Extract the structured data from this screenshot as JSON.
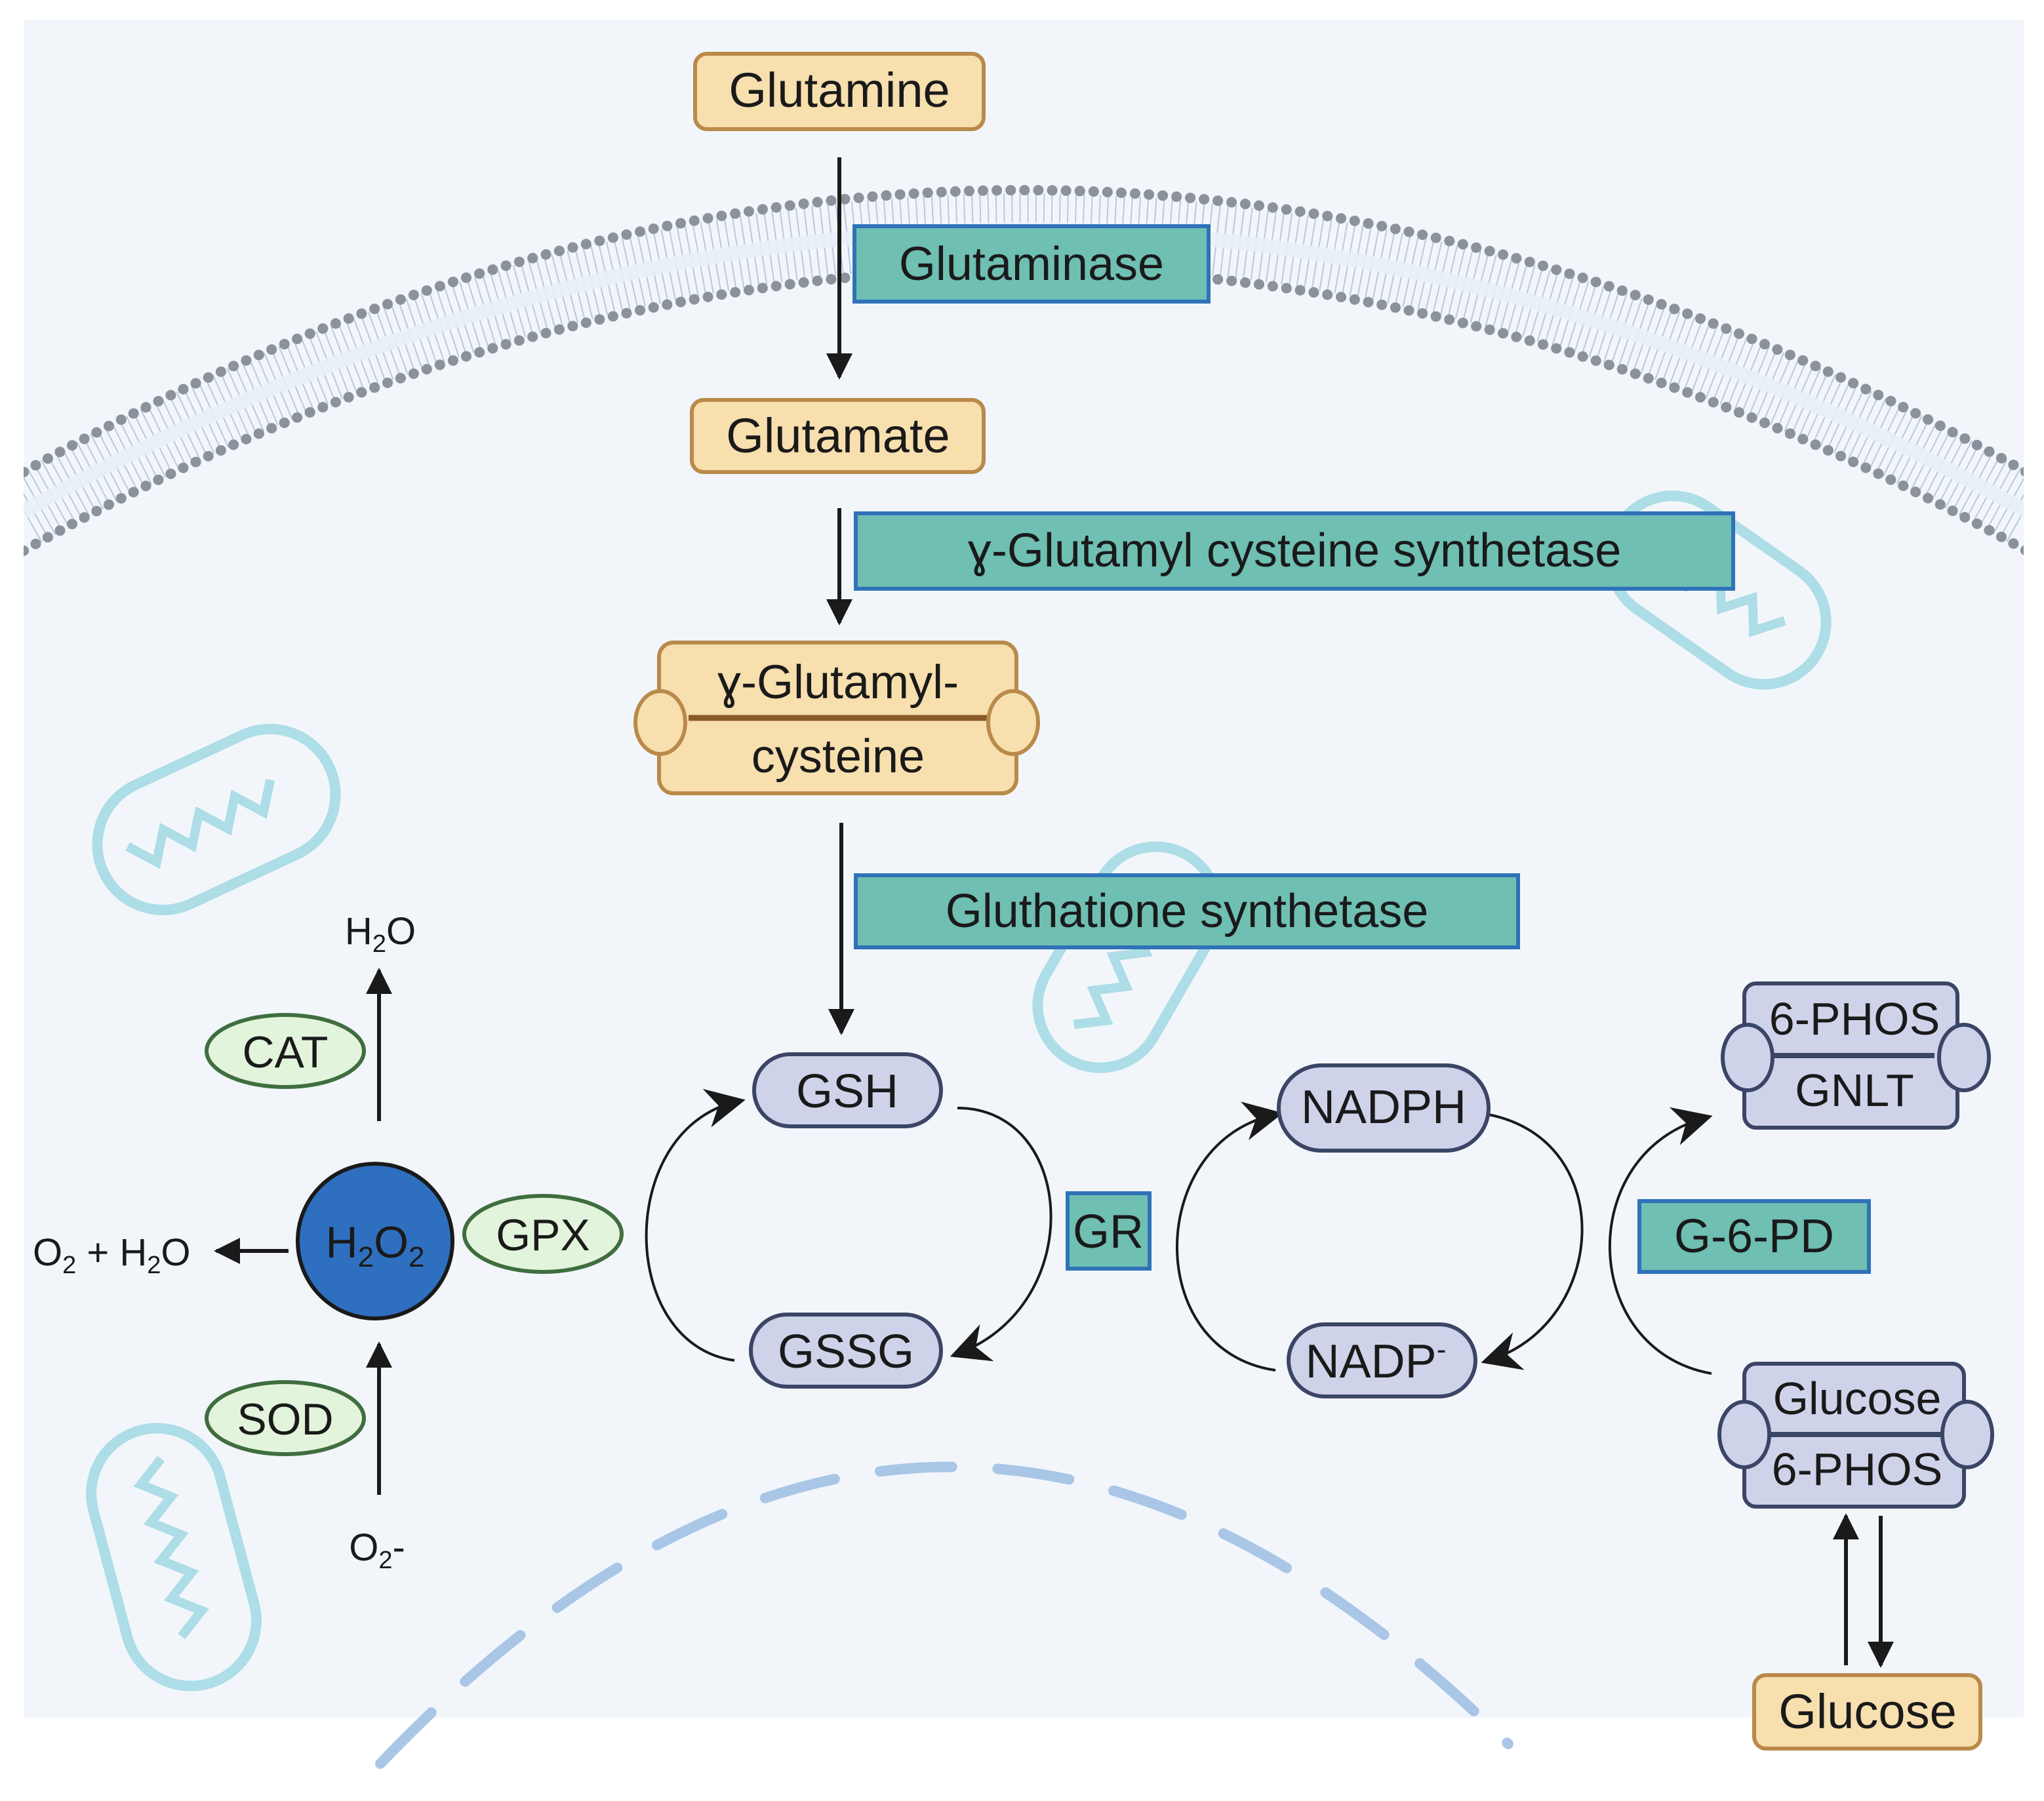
{
  "nodes": {
    "glutamine": "Glutamine",
    "glutaminase": "Glutaminase",
    "glutamate": "Glutamate",
    "gcs": "ɣ-Glutamyl cysteine synthetase",
    "gglu_line1": "ɣ-Glutamyl-",
    "gglu_line2": "cysteine",
    "gs": "Gluthatione synthetase",
    "gsh": "GSH",
    "gssg": "GSSG",
    "gr": "GR",
    "nadph": "NADPH",
    "nadp": "NADP",
    "nadp_sup": "-",
    "g6pd": "G-6-PD",
    "phos_gnlt_line1": "6-PHOS",
    "phos_gnlt_line2": "GNLT",
    "glucose6_line1": "Glucose",
    "glucose6_line2": "6-PHOS",
    "glucose": "Glucose",
    "h2o2": {
      "h": "H",
      "h_sub": "2",
      "o": "O",
      "o_sub": "2"
    },
    "gpx": "GPX",
    "cat": "CAT",
    "sod": "SOD",
    "h2o_top": {
      "h": "H",
      "sub": "2",
      "o": "O"
    },
    "o2_h2o": {
      "o": "O",
      "o_sub": "2",
      "plus": " + H",
      "h_sub": "2",
      "tail": "O"
    },
    "superoxide": {
      "o": "O",
      "sub": "2",
      "tail": "-"
    }
  },
  "colors": {
    "background": "#f2f6fb",
    "membrane_head": "#8b929c",
    "membrane_tail": "#b4c3d9",
    "substrate_fill": "#f7dfae",
    "substrate_stroke": "#b98a4a",
    "enzyme_fill": "#6fbfb3",
    "enzyme_stroke": "#2f72b8",
    "pill_fill": "#cfd3ea",
    "pill_stroke": "#3b4565",
    "antiox_fill": "#e3f4dc",
    "antiox_stroke": "#3f6e3f",
    "h2o2_fill": "#2f6fbf",
    "mito": "#a6dbe4",
    "nucleus": "#a9c6e6",
    "arrow": "#1a1a1a"
  }
}
